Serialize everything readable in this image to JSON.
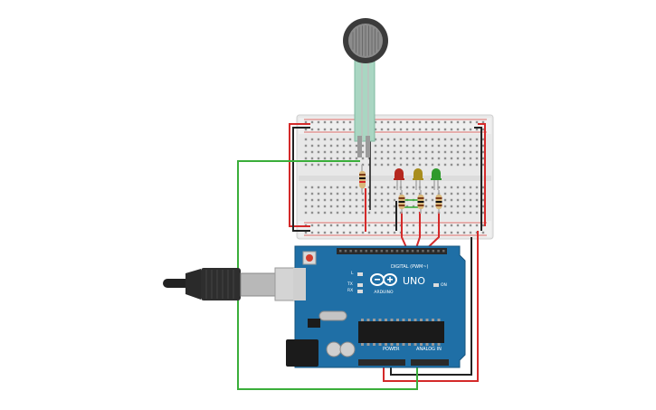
{
  "sensor": {
    "name": "force-sensitive-resistor"
  },
  "board": {
    "brand": "ARDUINO",
    "model": "UNO",
    "digital_label": "DIGITAL (PWM~)",
    "power_label": "POWER",
    "analog_label": "ANALOG IN",
    "tx_label": "TX",
    "rx_label": "RX",
    "l_label": "L",
    "on_label": "ON"
  },
  "leds": [
    {
      "name": "red-led",
      "color": "#b5281f"
    },
    {
      "name": "yellow-led",
      "color": "#a88d1c"
    },
    {
      "name": "green-led",
      "color": "#2f9a2c"
    }
  ],
  "wire_colors": {
    "red": "#d42a2a",
    "black": "#222222",
    "green": "#3aae3a",
    "sensor_leg": "#a9d6c2"
  },
  "colors": {
    "board_blue": "#1f6fa6",
    "breadboard": "#e9e9e9",
    "rail_red": "#d8413b",
    "rail_black": "#333333"
  }
}
